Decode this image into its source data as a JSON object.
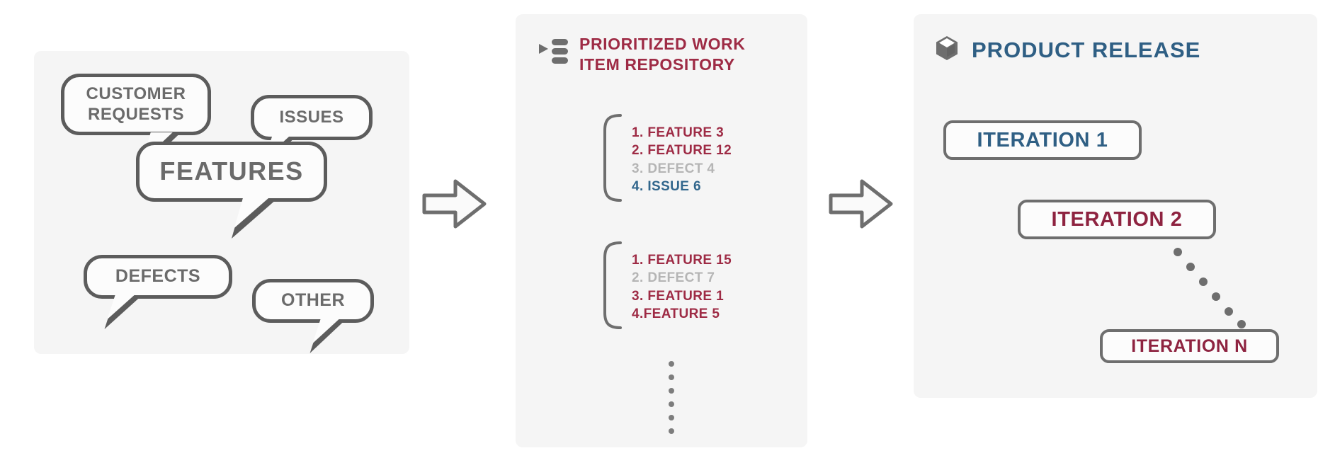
{
  "diagram": {
    "title": "Agile work item flow: inputs to prioritized backlog to product release",
    "panels": [
      {
        "id": "inputs",
        "name": "work-item-inputs"
      },
      {
        "id": "repository",
        "name": "prioritized-work-item-repository"
      },
      {
        "id": "release",
        "name": "product-release"
      }
    ]
  },
  "colors": {
    "panel_background": "#f5f5f5",
    "bubble_stroke": "#5c5c5c",
    "bubble_text": "#6b6b6b",
    "maroon": "#9e2b45",
    "maroon_dark": "#8e2340",
    "steel_blue": "#2f5f84",
    "list_blue": "#31668c",
    "grey_text": "#b5b5b5",
    "arrow_stroke": "#6e6e6e"
  },
  "inputs_panel": {
    "bubbles": [
      {
        "id": "customer-requests",
        "label": "CUSTOMER\nREQUESTS"
      },
      {
        "id": "issues",
        "label": "ISSUES"
      },
      {
        "id": "features",
        "label": "FEATURES"
      },
      {
        "id": "defects",
        "label": "DEFECTS"
      },
      {
        "id": "other",
        "label": "OTHER"
      }
    ]
  },
  "repository_panel": {
    "icon": "queue-list-icon",
    "title": "PRIORITIZED WORK\nITEM REPOSITORY",
    "groups": [
      {
        "id": "backlog-group-1",
        "items": [
          {
            "text": "1. FEATURE 3",
            "kind": "feature"
          },
          {
            "text": "2. FEATURE 12",
            "kind": "feature"
          },
          {
            "text": "3. DEFECT 4",
            "kind": "defect"
          },
          {
            "text": "4. ISSUE 6",
            "kind": "issue"
          }
        ]
      },
      {
        "id": "backlog-group-2",
        "items": [
          {
            "text": "1. FEATURE 15",
            "kind": "feature"
          },
          {
            "text": "2. DEFECT 7",
            "kind": "defect"
          },
          {
            "text": "3. FEATURE 1",
            "kind": "feature"
          },
          {
            "text": "4.FEATURE 5",
            "kind": "feature"
          }
        ]
      }
    ],
    "continuation_dots": 6
  },
  "release_panel": {
    "icon": "cube-icon",
    "title": "PRODUCT RELEASE",
    "iterations": [
      {
        "id": "iteration-1",
        "label": "ITERATION 1",
        "color": "#2f5f84"
      },
      {
        "id": "iteration-2",
        "label": "ITERATION 2",
        "color": "#8e2340"
      },
      {
        "id": "iteration-n",
        "label": "ITERATION N",
        "color": "#8e2340"
      }
    ],
    "connector_dots": 6
  },
  "arrows": [
    {
      "id": "arrow-inputs-to-repository",
      "name": "flow-arrow-right"
    },
    {
      "id": "arrow-repository-to-release",
      "name": "flow-arrow-right"
    }
  ]
}
